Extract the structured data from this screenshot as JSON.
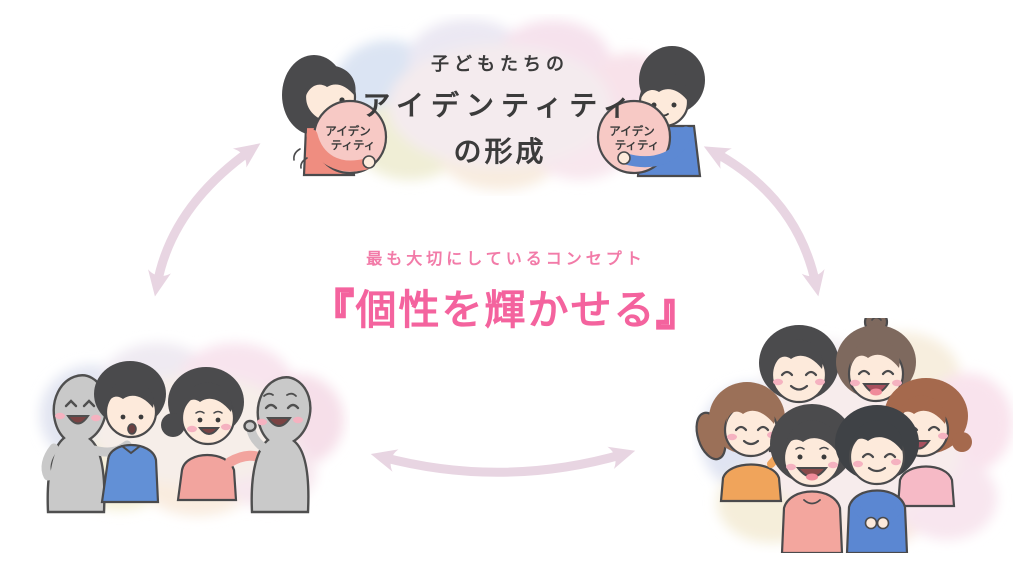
{
  "top_cloud": {
    "line1": "子どもたちの",
    "line2": "アイデンティティ",
    "line3": "の形成",
    "badge_line1": "アイデン",
    "badge_line2": "ティティ"
  },
  "center": {
    "subtitle": "最も大切にしているコンセプト",
    "bracket_open": "『",
    "title": "個性を輝かせる",
    "bracket_close": "』"
  },
  "colors": {
    "title_pink": "#f4639e",
    "subtitle_pink": "#f27ba8",
    "arrow_pink": "#e8d5e2",
    "text_dark": "#3b3b3b",
    "identity_badge_pink": "#f7c9c5",
    "hair_dark": "#4a4a4c",
    "hair_brown": "#9b7058",
    "hair_auburn": "#a5694d",
    "hair_brown_gray": "#7e695e",
    "skin": "#fdeadb",
    "gray_figure": "#c9c9c9",
    "shirt_blue": "#5d89d3",
    "shirt_salmon": "#ef8d80",
    "shirt_pink": "#f0a0a6",
    "shirt_yellow": "#eed75e",
    "shirt_orange": "#f0a45b",
    "shirt_light_pink": "#f6bac6",
    "cloud_blue": "#dbe4f3",
    "cloud_pink": "#f6e2ed",
    "cloud_yellow": "#f0eed6",
    "cloud_lavender": "#ebe8f3",
    "cloud_peach": "#f8ecdf"
  }
}
